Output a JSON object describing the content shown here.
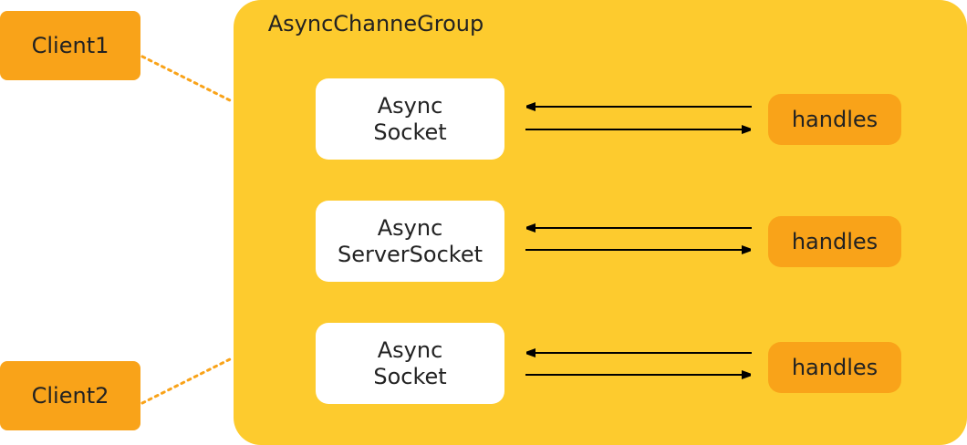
{
  "group": {
    "title": "AsyncChanneGroup"
  },
  "clients": [
    {
      "label": "Client1"
    },
    {
      "label": "Client2"
    }
  ],
  "rows": [
    {
      "socket_line1": "Async",
      "socket_line2": "Socket",
      "handler": "handles"
    },
    {
      "socket_line1": "Async",
      "socket_line2": "ServerSocket",
      "handler": "handles"
    },
    {
      "socket_line1": "Async",
      "socket_line2": "Socket",
      "handler": "handles"
    }
  ],
  "colors": {
    "group_fill": "#FDCB2E",
    "client_fill": "#F9A319",
    "handler_fill": "#F9A319",
    "connector": "#F9A319",
    "arrow": "#000000"
  }
}
